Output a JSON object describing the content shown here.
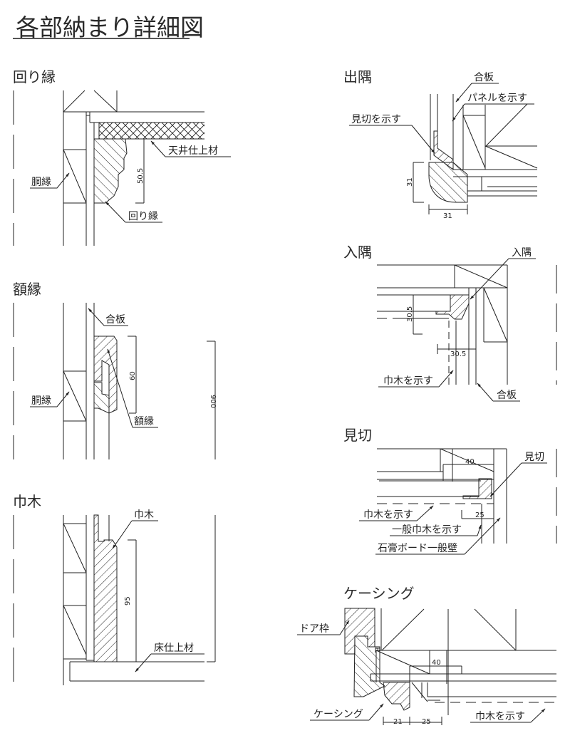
{
  "title": "各部納まり詳細図",
  "sections": {
    "mawaribuchi": {
      "heading": "回り縁",
      "labels": {
        "ceiling": "天井仕上材",
        "dobuchi": "胴縁",
        "mawaribuchi": "回り縁"
      },
      "dims": {
        "height": "50.5"
      }
    },
    "gakubuchi": {
      "heading": "額縁",
      "labels": {
        "plywood": "合板",
        "dobuchi": "胴縁",
        "gakubuchi": "額縁"
      },
      "dims": {
        "height": "60",
        "overall": "900"
      }
    },
    "habaki": {
      "heading": "巾木",
      "labels": {
        "habaki": "巾木",
        "floor": "床仕上材"
      },
      "dims": {
        "height": "95"
      }
    },
    "dezumi": {
      "heading": "出隅",
      "labels": {
        "plywood": "合板",
        "panel": "パネルを示す",
        "mikiri": "見切を示す"
      },
      "dims": {
        "v": "31",
        "h": "31"
      }
    },
    "irizumi": {
      "heading": "入隅",
      "labels": {
        "irizumi": "入隅",
        "habaki": "巾木を示す",
        "plywood": "合板"
      },
      "dims": {
        "v": "30.5",
        "h": "30.5"
      }
    },
    "mikiri": {
      "heading": "見切",
      "labels": {
        "mikiri": "見切",
        "habaki": "巾木を示す",
        "general_habaki": "一般巾木を示す",
        "gypsum": "石膏ボード一般壁"
      },
      "dims": {
        "w40": "40",
        "w25": "25"
      }
    },
    "casing": {
      "heading": "ケーシング",
      "labels": {
        "door_frame": "ドア枠",
        "casing": "ケーシング",
        "habaki": "巾木を示す"
      },
      "dims": {
        "w40": "40",
        "w21": "21",
        "w25": "25"
      }
    }
  },
  "colors": {
    "line": "#222222",
    "text": "#2a2a2a"
  }
}
